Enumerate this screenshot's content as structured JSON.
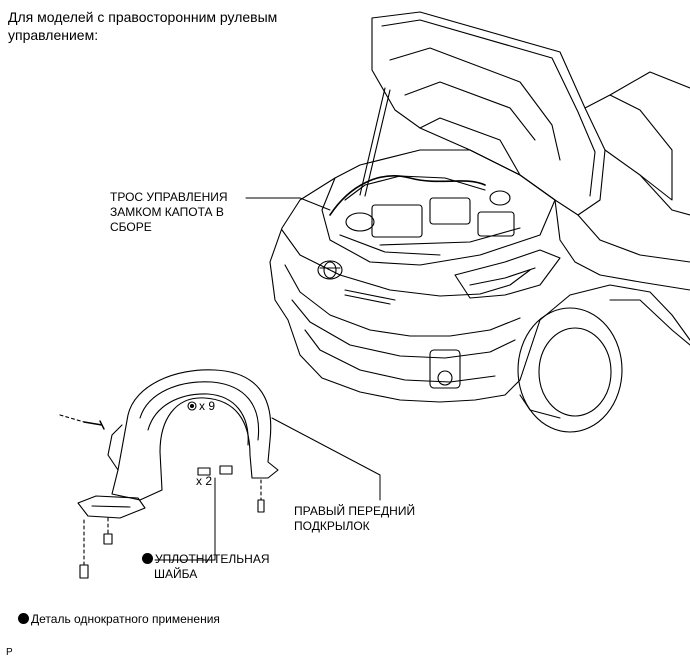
{
  "heading": {
    "line1": "Для моделей с правосторонним рулевым",
    "line2": "управлением:"
  },
  "callouts": {
    "hood_cable": {
      "line1": "ТРОС УПРАВЛЕНИЯ",
      "line2": "ЗАМКОМ КАПОТА В",
      "line3": "СБОРЕ"
    },
    "fender_liner": {
      "line1": "ПРАВЫЙ ПЕРЕДНИЙ",
      "line2": "ПОДКРЫЛОК"
    },
    "seal_washer": {
      "line1": "УПЛОТНИТЕЛЬНАЯ",
      "line2": "ШАЙБА"
    },
    "qty_clips": "x 9",
    "qty_bolts": "x 2"
  },
  "legend": {
    "single_use": "Деталь однократного применения"
  },
  "corner_mark": "P"
}
